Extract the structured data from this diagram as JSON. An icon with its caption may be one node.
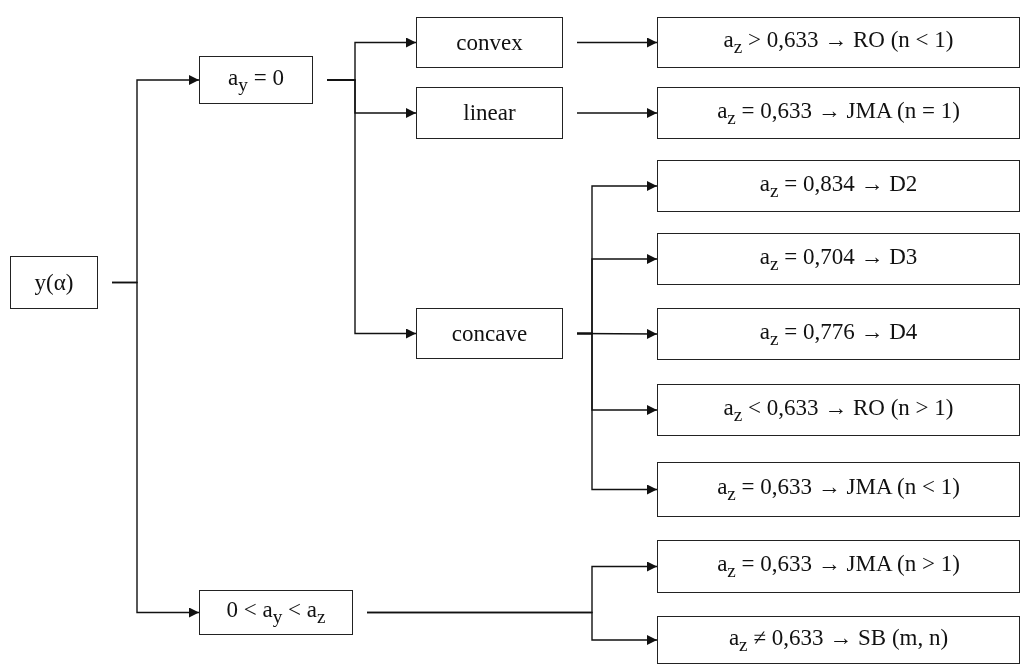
{
  "diagram": {
    "nodes": [
      {
        "text": [
          "y(α)"
        ]
      },
      {
        "text": [
          "a$_{y}$ = 0"
        ]
      },
      {
        "text": [
          "0 < a$_{y}$ < a$_{z}$"
        ]
      },
      {
        "text": [
          "convex"
        ]
      },
      {
        "text": [
          "linear"
        ]
      },
      {
        "text": [
          "concave"
        ]
      },
      {
        "text": [
          "a$_{z}$ > 0,633 → RO (n < 1)"
        ]
      },
      {
        "text": [
          "a$_{z}$ = 0,633 → JMA (n = 1)"
        ]
      },
      {
        "text": [
          "a$_{z}$ = 0,834 → D2"
        ]
      },
      {
        "text": [
          "a$_{z}$ = 0,704 → D3"
        ]
      },
      {
        "text": [
          "a$_{z}$ = 0,776 → D4"
        ]
      },
      {
        "text": [
          "a$_{z}$ < 0,633 → RO (n > 1)"
        ]
      },
      {
        "text": [
          "a$_{z}$ = 0,633 → JMA (n < 1)"
        ]
      },
      {
        "text": [
          "a$_{z}$ = 0,633 → JMA (n > 1)"
        ]
      },
      {
        "text": [
          "a$_{z}$ ≠ 0,633 → SB (m, n)"
        ]
      }
    ],
    "edges": [
      {
        "from": 0,
        "to": 1,
        "arrow": "to"
      },
      {
        "from": 0,
        "to": 2,
        "arrow": "to"
      },
      {
        "from": 1,
        "to": 3,
        "arrow": "to"
      },
      {
        "from": 1,
        "to": 4,
        "arrow": "to"
      },
      {
        "from": 1,
        "to": 5,
        "arrow": "to"
      },
      {
        "from": 3,
        "to": 6,
        "arrow": "to"
      },
      {
        "from": 4,
        "to": 7,
        "arrow": "to"
      },
      {
        "from": 5,
        "to": 8,
        "arrow": "to"
      },
      {
        "from": 5,
        "to": 9,
        "arrow": "to"
      },
      {
        "from": 5,
        "to": 10,
        "arrow": "to"
      },
      {
        "from": 5,
        "to": 11,
        "arrow": "to"
      },
      {
        "from": 5,
        "to": 12,
        "arrow": "to"
      },
      {
        "from": 2,
        "to": 13,
        "arrow": "to"
      },
      {
        "from": 2,
        "to": 14,
        "arrow": "to"
      }
    ]
  }
}
